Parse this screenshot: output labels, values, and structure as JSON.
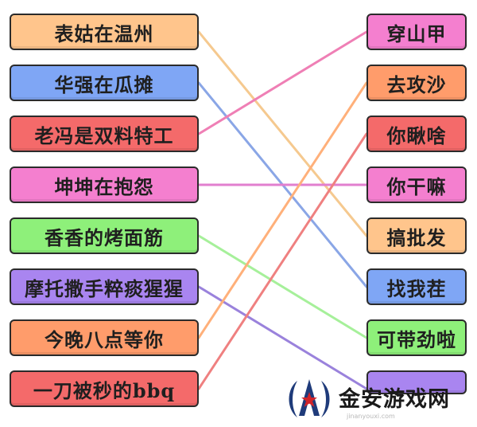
{
  "colors": {
    "orange": "#ffc58c",
    "blue": "#7fa6f5",
    "red": "#f46a6a",
    "pink": "#f47fcf",
    "green": "#8ef07a",
    "purple": "#a985f0",
    "salmon": "#ff9c6b"
  },
  "left_items": [
    {
      "label": "表姑在温州",
      "color": "#ffc58c"
    },
    {
      "label": "华强在瓜摊",
      "color": "#7fa6f5"
    },
    {
      "label": "老冯是双料特工",
      "color": "#f46a6a"
    },
    {
      "label": "坤坤在抱怨",
      "color": "#f47fcf"
    },
    {
      "label": "香香的烤面筋",
      "color": "#8ef07a"
    },
    {
      "label": "摩托撒手粹痰猩猩",
      "color": "#a985f0"
    },
    {
      "label": "今晚八点等你",
      "color": "#ff9c6b"
    },
    {
      "label": "一刀被秒的bbq",
      "color": "#f46a6a"
    }
  ],
  "right_items": [
    {
      "label": "穿山甲",
      "color": "#f47fcf"
    },
    {
      "label": "去攻沙",
      "color": "#ff9c6b"
    },
    {
      "label": "你瞅啥",
      "color": "#f46a6a"
    },
    {
      "label": "你干嘛",
      "color": "#f47fcf"
    },
    {
      "label": "搞批发",
      "color": "#ffc58c"
    },
    {
      "label": "找我茬",
      "color": "#7fa6f5"
    },
    {
      "label": "可带劲啦",
      "color": "#8ef07a"
    },
    {
      "label": "",
      "color": "#a985f0"
    }
  ],
  "connections": [
    {
      "from": 0,
      "to": 4,
      "color": "#f5c98f"
    },
    {
      "from": 1,
      "to": 5,
      "color": "#8aa6e6"
    },
    {
      "from": 2,
      "to": 0,
      "color": "#ef7fb5"
    },
    {
      "from": 3,
      "to": 3,
      "color": "#e27fcf"
    },
    {
      "from": 4,
      "to": 6,
      "color": "#a6f09a"
    },
    {
      "from": 5,
      "to": 7,
      "color": "#9a82dc"
    },
    {
      "from": 6,
      "to": 1,
      "color": "#ffb07a"
    },
    {
      "from": 7,
      "to": 2,
      "color": "#ef8080"
    }
  ],
  "watermark": {
    "text": "金安游戏网",
    "url": "jinanyouxi.com",
    "logo_red": "#d0242a",
    "logo_blue": "#1f3b7a"
  }
}
